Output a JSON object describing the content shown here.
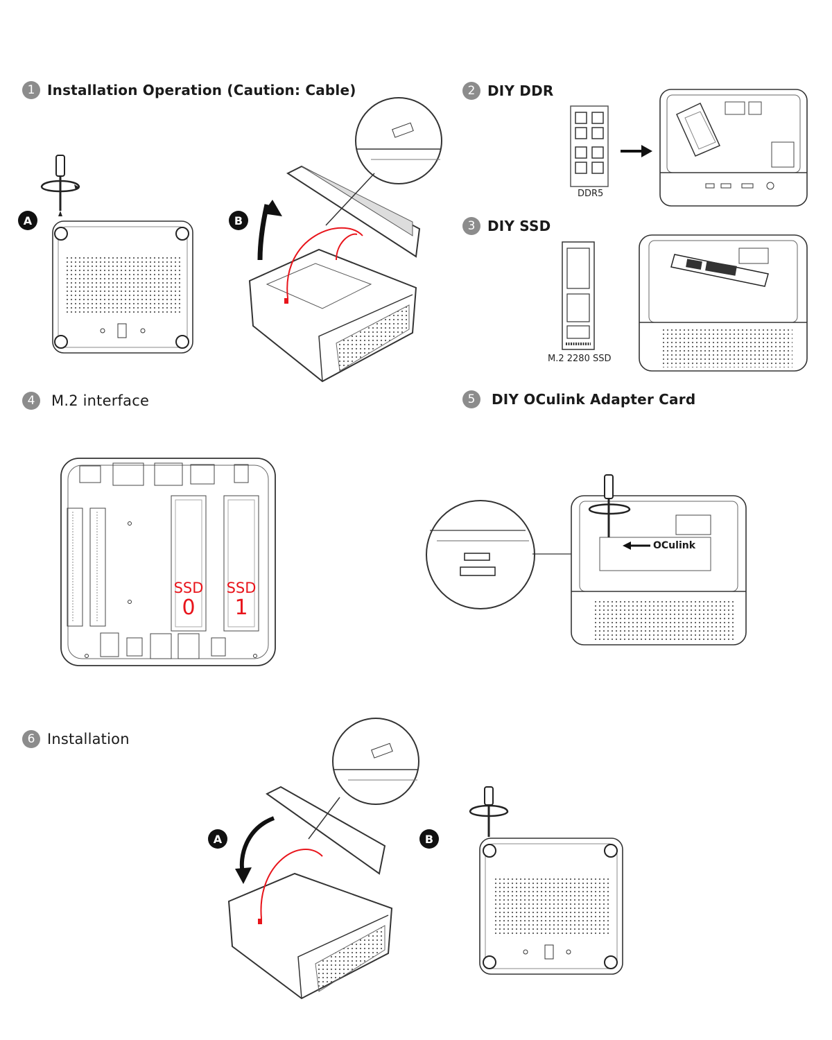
{
  "steps": [
    {
      "num": "1",
      "title": "Installation Operation (Caution: Cable)"
    },
    {
      "num": "2",
      "title": "DIY DDR"
    },
    {
      "num": "3",
      "title": "DIY SSD"
    },
    {
      "num": "4",
      "title": "M.2 interface"
    },
    {
      "num": "5",
      "title": "DIY OCulink Adapter Card"
    },
    {
      "num": "6",
      "title": "Installation"
    }
  ],
  "badges": {
    "a": "A",
    "b": "B"
  },
  "captions": {
    "ddr": "DDR5",
    "ssd": "M.2 2280 SSD",
    "oculink": "OCulink",
    "ssd0_text": "SSD",
    "ssd0_num": "0",
    "ssd1_text": "SSD",
    "ssd1_num": "1"
  },
  "colors": {
    "accent_red": "#e8141b",
    "step_gray": "#8c8c8c",
    "line": "#333333"
  }
}
